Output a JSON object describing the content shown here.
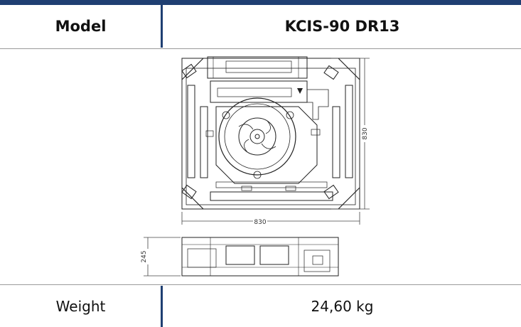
{
  "header": {
    "label": "Model",
    "value": "KCIS-90 DR13"
  },
  "drawing": {
    "top_view_width_dim": "830",
    "top_view_depth_dim": "830",
    "side_view_height_dim": "245"
  },
  "specs": [
    {
      "label": "Weight",
      "value": "24,60 kg"
    }
  ],
  "colors": {
    "accent": "#1f3f72",
    "divider": "#9a9a9a"
  }
}
